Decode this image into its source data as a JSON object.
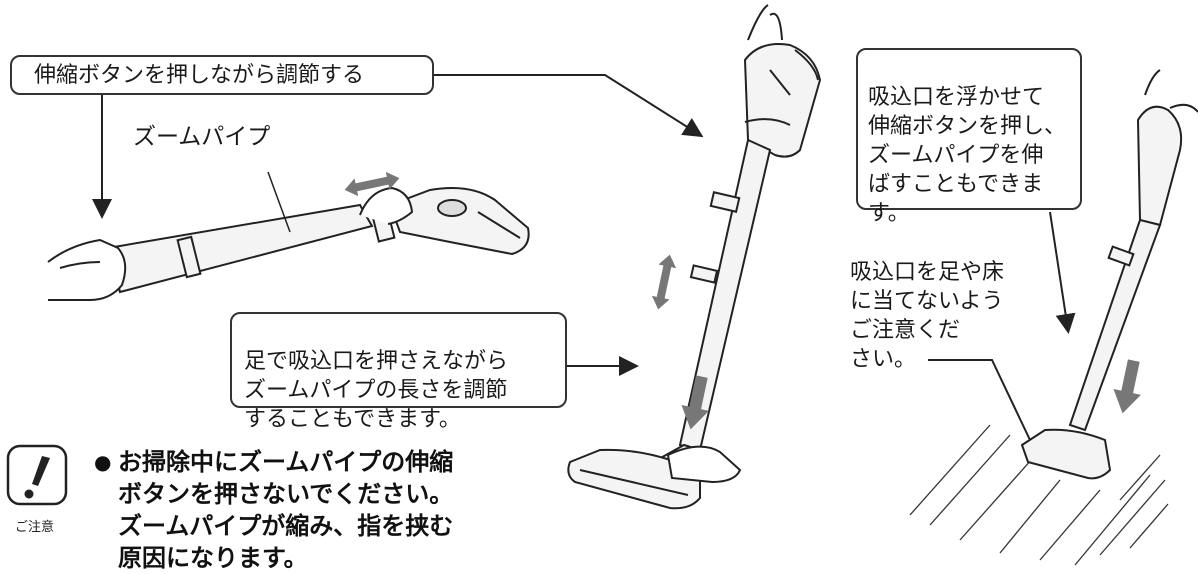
{
  "callouts": {
    "adjust": "伸縮ボタンを押しながら調節する",
    "foot_adjust": "足で吸込口を押さえながら\nズームパイプの長さを調節\nすることもできます。",
    "lift_extend": "吸込口を浮かせて\n伸縮ボタンを押し、\nズームパイプを伸\nばすこともできま\nす。"
  },
  "labels": {
    "zoom_pipe": "ズームパイプ",
    "floor_warning": "吸込口を足や床\nに当てないよう\nご注意くだ\nさい。"
  },
  "caution": {
    "icon_label": "ご注意",
    "bullet": "●",
    "text": "お掃除中にズームパイプの伸縮\nボタンを押さないでください。\nズームパイプが縮み、指を挟む\n原因になります。"
  },
  "icons": [
    "caution-exclamation-icon",
    "double-arrow-icon",
    "down-arrow-icon"
  ],
  "colors": {
    "line": "#333333",
    "arrow_gray": "#777777",
    "fill": "#f4f4f4"
  }
}
